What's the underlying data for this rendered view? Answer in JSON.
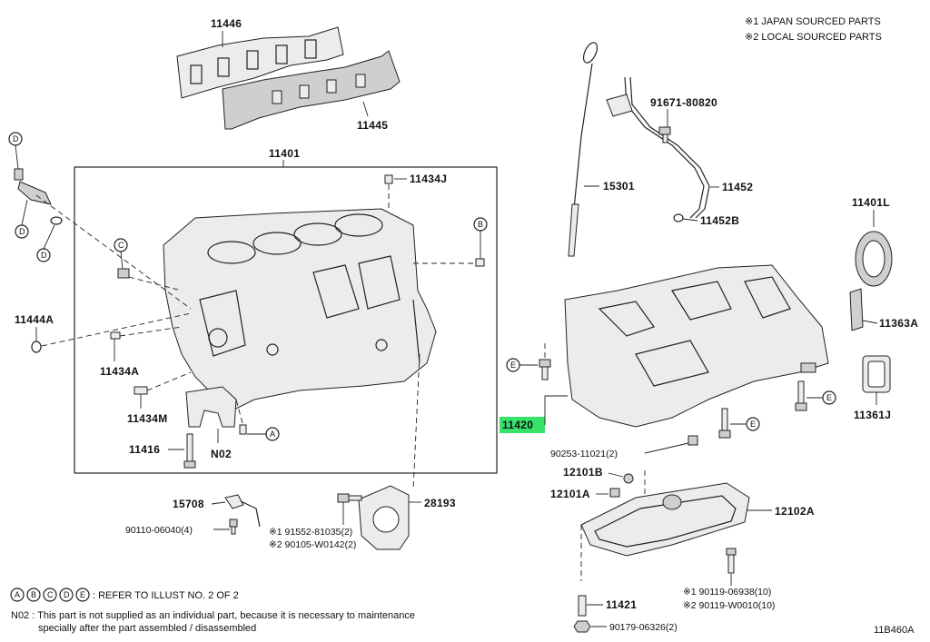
{
  "legend": {
    "line1": "※1 JAPAN SOURCED PARTS",
    "line2": "※2 LOCAL SOURCED PARTS"
  },
  "parts": {
    "p11446": "11446",
    "p11445": "11445",
    "p11401": "11401",
    "p11434J": "11434J",
    "p11444A": "11444A",
    "p11434A": "11434A",
    "p11434M": "11434M",
    "p11416": "11416",
    "pN02": "N02",
    "p15301": "15301",
    "p91671": "91671-80820",
    "p11452": "11452",
    "p11452B": "11452B",
    "p11401L": "11401L",
    "p11363A": "11363A",
    "p11361J": "11361J",
    "p11420": "11420",
    "p90253": "90253-11021(2)",
    "p12101B": "12101B",
    "p12101A": "12101A",
    "p12102A": "12102A",
    "p15708": "15708",
    "p90110": "90110-06040(4)",
    "p28193": "28193",
    "p91552": "※1 91552-81035(2)",
    "p90105": "※2 90105-W0142(2)",
    "p90119a": "※1 90119-06938(10)",
    "p90119b": "※2 90119-W0010(10)",
    "p11421": "11421",
    "p90179": "90179-06326(2)"
  },
  "refs": {
    "A": "A",
    "B": "B",
    "C": "C",
    "D": "D",
    "E": "E"
  },
  "notes": {
    "refer_text": ": REFER TO ILLUST NO. 2 OF 2",
    "n02_line1": "N02 : This part is not supplied as an individual part, because it is necessary to maintenance",
    "n02_line2": "specially after the part assembled / disassembled",
    "illust_id": "11B460A"
  },
  "highlight_color": "#36e36a"
}
